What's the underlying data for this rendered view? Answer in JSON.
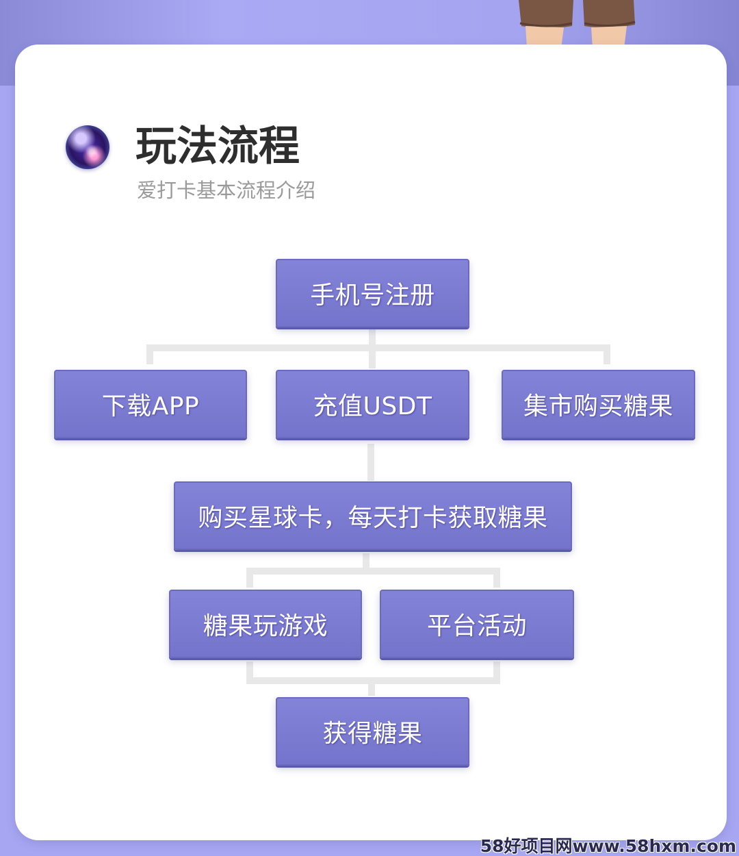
{
  "header": {
    "title": "玩法流程",
    "subtitle": "爱打卡基本流程介绍"
  },
  "flow": {
    "register": "手机号注册",
    "download_app": "下载APP",
    "recharge_usdt": "充值USDT",
    "market_buy": "集市购买糖果",
    "buy_planet_card": "购买星球卡，每天打卡获取糖果",
    "candy_games": "糖果玩游戏",
    "platform_activity": "平台活动",
    "get_candy": "获得糖果"
  },
  "watermark": "58好项目网www.58hxm.com",
  "colors": {
    "background": "#a6a6f2",
    "node_fill": "#7b7bd1",
    "connector": "#e8e8e8",
    "title": "#2e2e2e",
    "subtitle": "#9a9a9a"
  },
  "icons": [
    "galaxy-orb-icon"
  ]
}
